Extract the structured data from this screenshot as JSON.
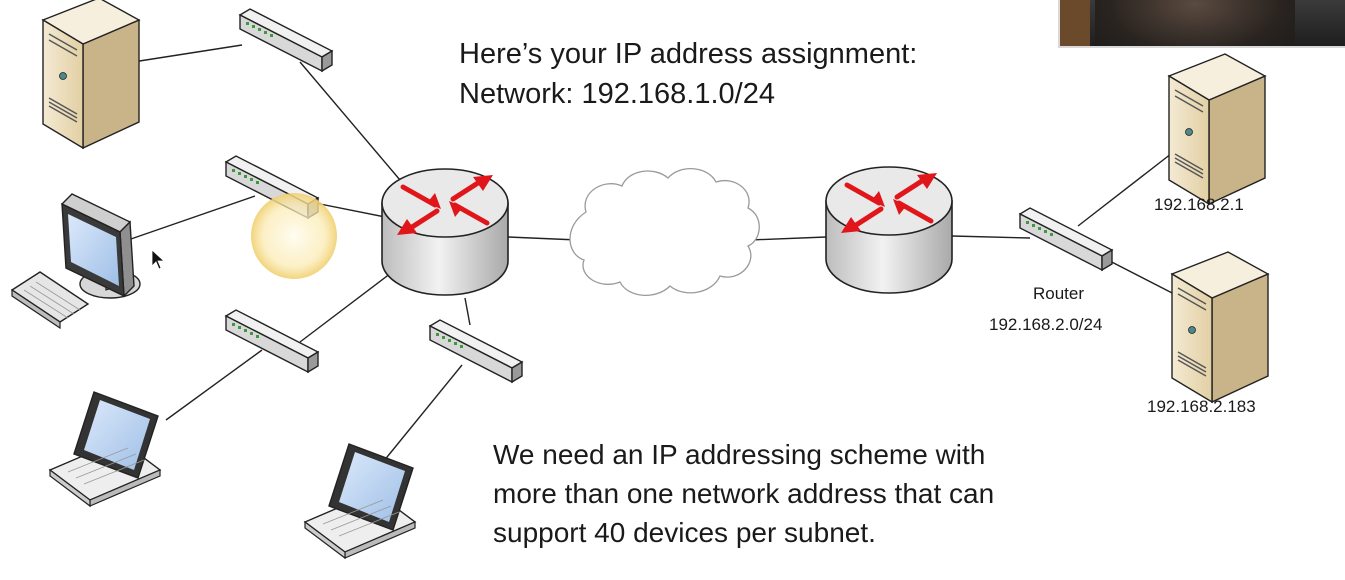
{
  "heading": {
    "line1": "Here’s your IP address assignment:",
    "line2": "Network: 192.168.1.0/24"
  },
  "requirement": {
    "line1": "We need an IP addressing scheme with",
    "line2": "more than one network address that can",
    "line3": "support 40 devices per subnet."
  },
  "labels": {
    "router": "Router",
    "router_network": "192.168.2.0/24",
    "server_top": "192.168.2.1",
    "server_bottom": "192.168.2.183"
  },
  "colors": {
    "router_arrows": "#e0161b",
    "switch_leds": "#3c9a3c",
    "server_body": "#e8d8b5",
    "highlight": "#f3d47a"
  },
  "icons": [
    "server-icon",
    "switch-icon",
    "router-icon",
    "cloud-icon",
    "desktop-icon",
    "keyboard-icon",
    "laptop-icon",
    "mouse-pointer-icon",
    "webcam-overlay"
  ]
}
